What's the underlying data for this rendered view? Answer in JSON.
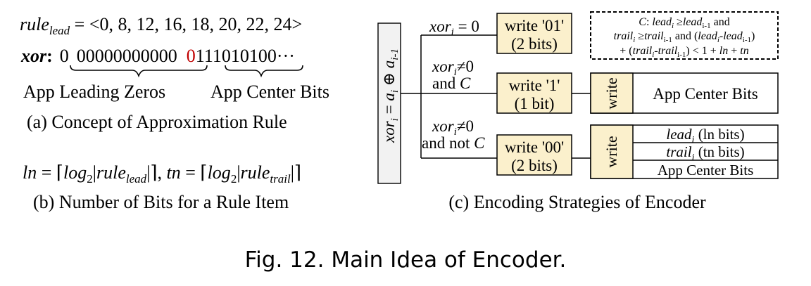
{
  "panel_a": {
    "rule_var": "rule",
    "rule_sub": "lead",
    "rule_values": " = <0, 8, 12, 16, 18, 20, 22, 24>",
    "xor_label": "xor",
    "xor_colon": ":",
    "xor_first_bit": "0",
    "xor_zeros": "00000000000",
    "xor_highlight_bit": "0",
    "xor_center_bits": "111010100",
    "xor_ellipsis": "···",
    "leading_zeros_label": "App Leading Zeros",
    "center_bits_label": "App Center Bits",
    "caption": "(a) Concept of Approximation Rule"
  },
  "panel_b": {
    "ln": "ln",
    "eq": " = ⌈",
    "log": "log",
    "log_base": "2",
    "bar_open": "|",
    "rule": "rule",
    "lead_sub": "lead",
    "bar_close": "|⌉, ",
    "tn": "tn",
    "trail_sub": "trail",
    "end": "|⌉",
    "caption": "(b) Number of Bits for a Rule Item"
  },
  "panel_c": {
    "xor_expr": {
      "xor": "xor",
      "i": "i",
      "eq": " = ",
      "a": "a",
      "oplus": " ⊕ ",
      "im1": "i-1"
    },
    "branch1": {
      "xor": "xor",
      "i": "i",
      "rest": " = 0"
    },
    "branch2": {
      "xor": "xor",
      "i": "i",
      "ne": "≠0",
      "line2": "and ",
      "c": "C"
    },
    "branch3": {
      "xor": "xor",
      "i": "i",
      "ne": "≠0",
      "line2": "and not ",
      "c": "C"
    },
    "box1": {
      "l1": "write '01'",
      "l2": "(2 bits)"
    },
    "box2": {
      "l1": "write '1'",
      "l2": "(1 bit)"
    },
    "box3": {
      "l1": "write '00'",
      "l2": "(2 bits)"
    },
    "write_label": "write",
    "out2": "App Center Bits",
    "out3_lead": "lead",
    "out3_lead_i": "i",
    "out3_lead_rest": " (ln bits)",
    "out3_trail": "trail",
    "out3_trail_i": "i",
    "out3_trail_rest": " (tn bits)",
    "out3_center": "App Center Bits",
    "condition": {
      "c": "C",
      "colon": ": ",
      "lead": "lead",
      "i": "i",
      "ge": " ≥",
      "im1": "i-1",
      "and": " and",
      "trail": "trail",
      "open": " and (",
      "minus": "-",
      "close": ")",
      "plus": "+ (",
      "lt": ") < 1 + ",
      "ln": "ln",
      "pl": " + ",
      "tn": "tn"
    },
    "caption": "(c) Encoding Strategies of Encoder"
  },
  "figure_caption": "Fig. 12.  Main Idea of Encoder.",
  "colors": {
    "box_fill": "#fbf0cc",
    "highlight": "#c00000",
    "lines": "#000000"
  }
}
